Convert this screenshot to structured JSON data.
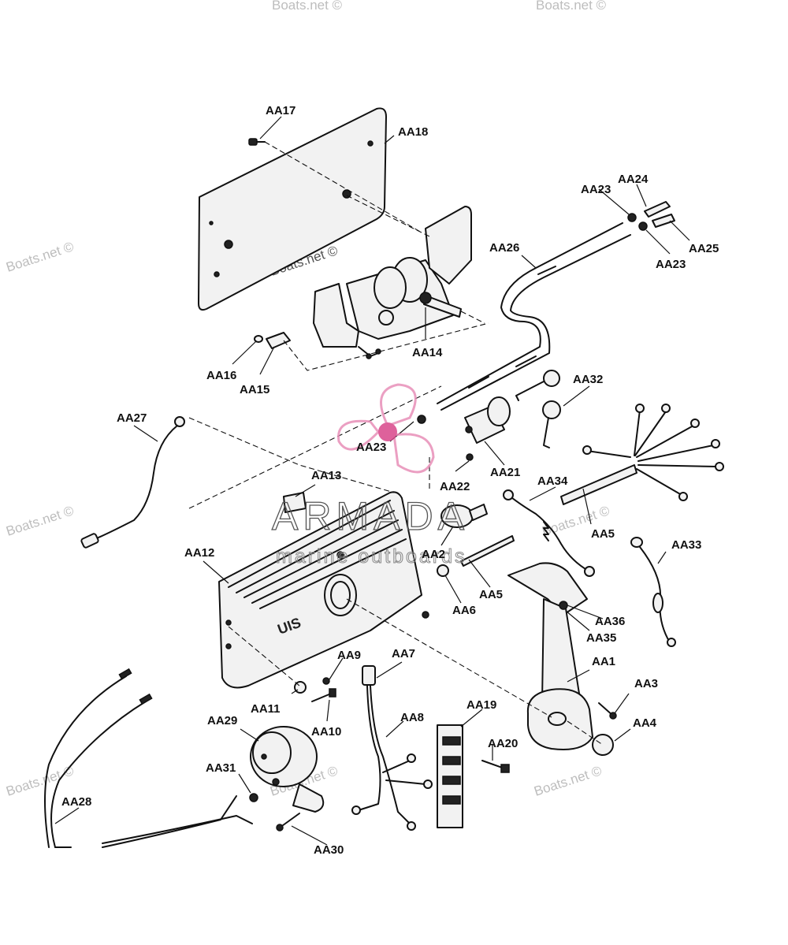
{
  "labels": {
    "AA1": "AA1",
    "AA2": "AA2",
    "AA3": "AA3",
    "AA4": "AA4",
    "AA5a": "AA5",
    "AA5b": "AA5",
    "AA6": "AA6",
    "AA7": "AA7",
    "AA8": "AA8",
    "AA9": "AA9",
    "AA10": "AA10",
    "AA11": "AA11",
    "AA12": "AA12",
    "AA13": "AA13",
    "AA14": "AA14",
    "AA15": "AA15",
    "AA16": "AA16",
    "AA17": "AA17",
    "AA18": "AA18",
    "AA19": "AA19",
    "AA20": "AA20",
    "AA21": "AA21",
    "AA22": "AA22",
    "AA23a": "AA23",
    "AA23b": "AA23",
    "AA23c": "AA23",
    "AA24": "AA24",
    "AA25": "AA25",
    "AA26": "AA26",
    "AA27": "AA27",
    "AA28": "AA28",
    "AA29": "AA29",
    "AA30": "AA30",
    "AA31": "AA31",
    "AA32": "AA32",
    "AA33": "AA33",
    "AA34": "AA34",
    "AA35": "AA35",
    "AA36": "AA36"
  },
  "watermarks": {
    "site": "Boats.net ©",
    "brand": "ARMADA",
    "brand_sub": "marine outboards",
    "cover_text": "UIS"
  },
  "colors": {
    "line": "#111111",
    "watermark": "#bdbdbd",
    "propeller": "#e88fb8",
    "propeller_hub": "#d9468a"
  }
}
